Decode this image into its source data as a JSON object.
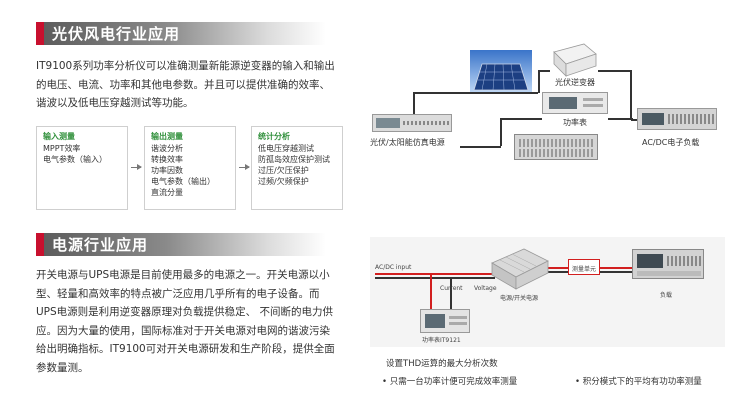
{
  "section1": {
    "title": "光伏风电行业应用",
    "paragraph": "IT9100系列功率分析仪可以准确测量新能源逆变器的输入和输出的电压、电流、功率和其他电参数。并且可以提供准确的效率、谐波以及低电压穿越测试等功能。",
    "flow": {
      "input": {
        "head": "输入测量",
        "items": [
          "MPPT效率",
          "电气参数（输入）"
        ]
      },
      "output": {
        "head": "输出测量",
        "items": [
          "谐波分析",
          "转换效率",
          "功率因数",
          "电气参数（输出）",
          "直流分量"
        ]
      },
      "stats": {
        "head": "统计分析",
        "items": [
          "低电压穿越测试",
          "防孤岛效应保护测试",
          "过压/欠压保护",
          "过频/欠频保护"
        ]
      }
    }
  },
  "section2": {
    "title": "电源行业应用",
    "paragraph": "开关电源与UPS电源是目前使用最多的电源之一。开关电源以小型、轻量和高效率的特点被广泛应用几乎所有的电子设备。而UPS电源则是利用逆变器原理对负载提供稳定、 不间断的电力供应。因为大量的使用，国际标准对于开关电源对电网的谐波污染给出明确指标。IT9100可对开关电源研发和生产阶段，提供全面参数量测。"
  },
  "diagram1": {
    "pv_inverter": "光伏逆变器",
    "power_meter": "功率表",
    "pv_sim": "光伏/太阳能仿真电源",
    "acdc_load": "AC/DC电子负载"
  },
  "diagram2": {
    "acdc_input": "AC/DC input",
    "current": "Current",
    "voltage": "Voltage",
    "measure_unit": "测量单元",
    "switch_psu": "电源/开关电源",
    "load": "负载",
    "power_meter": "功率表IT9121"
  },
  "notes": {
    "thd": "设置THD运算的最大分析次数",
    "single_meter": "• 只需一台功率计便可完成效率测量",
    "avg_power": "• 积分模式下的平均有功功率测量"
  },
  "colors": {
    "accent": "#c8102e",
    "flow_head": "#2f8f3a",
    "wire_red": "#d21f1f"
  }
}
